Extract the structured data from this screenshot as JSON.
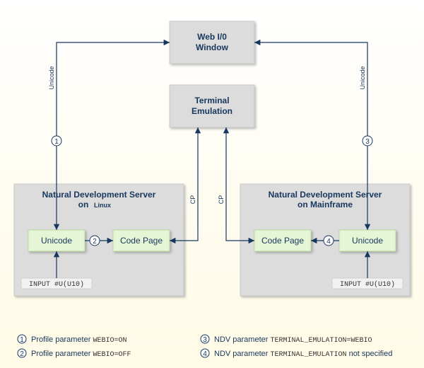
{
  "nodes": {
    "webio": {
      "line1": "Web I/0",
      "line2": "Window"
    },
    "terminal": {
      "line1": "Terminal",
      "line2": "Emulation"
    },
    "server_linux": {
      "line1": "Natural Development Server",
      "line2": "on",
      "line2_suffix": "Linux"
    },
    "server_mainframe": {
      "line1": "Natural Development Server",
      "line2": "on Mainframe"
    },
    "unicode_left": "Unicode",
    "codepage_left": "Code Page",
    "codepage_right": "Code Page",
    "unicode_right": "Unicode",
    "input_left": "INPUT #U(U10)",
    "input_right": "INPUT #U(U10)"
  },
  "edge_labels": {
    "unicode_left": "Unicode",
    "unicode_right": "Unicode",
    "cp_left": "CP",
    "cp_right": "CP"
  },
  "markers": {
    "m1": "1",
    "m2": "2",
    "m3": "3",
    "m4": "4"
  },
  "legend": [
    {
      "num": "1",
      "text": "Profile parameter ",
      "mono": "WEBIO=ON",
      "suffix": ""
    },
    {
      "num": "2",
      "text": "Profile parameter ",
      "mono": "WEBIO=OFF",
      "suffix": ""
    },
    {
      "num": "3",
      "text": "NDV parameter ",
      "mono": "TERMINAL_EMULATION=WEBIO",
      "suffix": ""
    },
    {
      "num": "4",
      "text": "NDV parameter ",
      "mono": "TERMINAL_EMULATION",
      "suffix": " not specified"
    }
  ],
  "colors": {
    "gray_box": "#dcdcdc",
    "green_box": "#e6f5d6",
    "arrow": "#17375e",
    "text": "#17375e"
  }
}
